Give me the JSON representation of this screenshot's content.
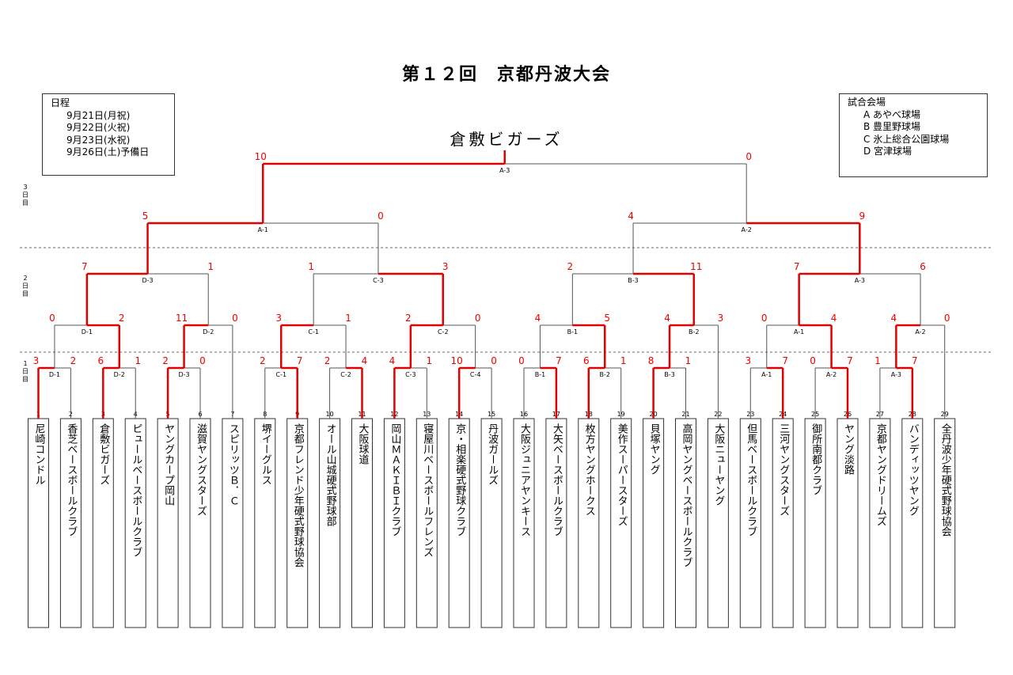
{
  "title": "第１２回　京都丹波大会",
  "champion": "倉敷ビガーズ",
  "schedule": {
    "heading": "日程",
    "dates": [
      "9月21日(月祝)",
      "9月22日(火祝)",
      "9月23日(水祝)",
      "9月26日(土)予備日"
    ]
  },
  "venues": {
    "heading": "試合会場",
    "items": [
      "A あやべ球場",
      "B 豊里野球場",
      "C 氷上総合公園球場",
      "D 宮津球場"
    ]
  },
  "day_labels": [
    {
      "text": "3日目"
    },
    {
      "text": "2日目"
    },
    {
      "text": "1日目"
    }
  ],
  "teams": [
    {
      "n": "1",
      "name": "尼崎コンドル"
    },
    {
      "n": "2",
      "name": "香芝ベースボールクラブ"
    },
    {
      "n": "3",
      "name": "倉敷ビガーズ"
    },
    {
      "n": "4",
      "name": "ピュールベースボールクラブ"
    },
    {
      "n": "5",
      "name": "ヤングカープ岡山"
    },
    {
      "n": "6",
      "name": "滋賀ヤングスターズ"
    },
    {
      "n": "7",
      "name": "スピリッツＢ．Ｃ"
    },
    {
      "n": "8",
      "name": "堺イーグルス"
    },
    {
      "n": "9",
      "name": "京都フレンド少年硬式野球協会"
    },
    {
      "n": "10",
      "name": "オール山城硬式野球部"
    },
    {
      "n": "11",
      "name": "大阪球道"
    },
    {
      "n": "12",
      "name": "岡山ＭＡＫＩＢＩクラブ"
    },
    {
      "n": "13",
      "name": "寝屋川ベースボールフレンズ"
    },
    {
      "n": "14",
      "name": "京・相楽硬式野球クラブ"
    },
    {
      "n": "15",
      "name": "丹波ガールズ"
    },
    {
      "n": "16",
      "name": "大阪ジュニアヤンキース"
    },
    {
      "n": "17",
      "name": "大矢ベースボールクラブ"
    },
    {
      "n": "18",
      "name": "枚方ヤングホークス"
    },
    {
      "n": "19",
      "name": "美作スーパースターズ"
    },
    {
      "n": "20",
      "name": "貝塚ヤング"
    },
    {
      "n": "21",
      "name": "高岡ヤングベースボールクラブ"
    },
    {
      "n": "22",
      "name": "大阪ニューヤング"
    },
    {
      "n": "23",
      "name": "但馬ベースボールクラブ"
    },
    {
      "n": "24",
      "name": "三河ヤングスターズ"
    },
    {
      "n": "25",
      "name": "御所南都クラブ"
    },
    {
      "n": "26",
      "name": "ヤング淡路"
    },
    {
      "n": "27",
      "name": "京都ヤングドリームズ"
    },
    {
      "n": "28",
      "name": "バンディッツヤング"
    },
    {
      "n": "29",
      "name": "全丹波少年硬式野球協会"
    }
  ],
  "matches": [
    {
      "id": "m1",
      "label": "D-1",
      "left": "t1",
      "right": "t2",
      "ls": "3",
      "rs": "2",
      "winner": "left"
    },
    {
      "id": "m2",
      "label": "D-2",
      "left": "t3",
      "right": "t4",
      "ls": "6",
      "rs": "1",
      "winner": "left"
    },
    {
      "id": "m3",
      "label": "D-3",
      "left": "t5",
      "right": "t6",
      "ls": "2",
      "rs": "0",
      "winner": "left"
    },
    {
      "id": "m4",
      "label": "C-1",
      "left": "t8",
      "right": "t9",
      "ls": "2",
      "rs": "7",
      "winner": "right"
    },
    {
      "id": "m5",
      "label": "C-2",
      "left": "t10",
      "right": "t11",
      "ls": "2",
      "rs": "4",
      "winner": "right"
    },
    {
      "id": "m6",
      "label": "C-3",
      "left": "t12",
      "right": "t13",
      "ls": "4",
      "rs": "1",
      "winner": "left"
    },
    {
      "id": "m7",
      "label": "C-4",
      "left": "t14",
      "right": "t15",
      "ls": "10",
      "rs": "0",
      "winner": "left"
    },
    {
      "id": "m8",
      "label": "B-1",
      "left": "t16",
      "right": "t17",
      "ls": "0",
      "rs": "7",
      "winner": "right"
    },
    {
      "id": "m9",
      "label": "B-2",
      "left": "t18",
      "right": "t19",
      "ls": "6",
      "rs": "1",
      "winner": "left"
    },
    {
      "id": "m10",
      "label": "B-3",
      "left": "t20",
      "right": "t21",
      "ls": "8",
      "rs": "1",
      "winner": "left"
    },
    {
      "id": "m11",
      "label": "A-1",
      "left": "t23",
      "right": "t24",
      "ls": "3",
      "rs": "7",
      "winner": "right"
    },
    {
      "id": "m12",
      "label": "A-2",
      "left": "t25",
      "right": "t26",
      "ls": "0",
      "rs": "7",
      "winner": "right"
    },
    {
      "id": "m13",
      "label": "A-3",
      "left": "t27",
      "right": "t28",
      "ls": "1",
      "rs": "7",
      "winner": "right"
    },
    {
      "id": "q1",
      "label": "D-1",
      "left": "m1",
      "right": "m2",
      "ls": "0",
      "rs": "2",
      "winner": "right"
    },
    {
      "id": "q2",
      "label": "D-2",
      "left": "m3",
      "right": "t7",
      "ls": "11",
      "rs": "0",
      "winner": "left"
    },
    {
      "id": "q3",
      "label": "C-1",
      "left": "m4",
      "right": "m5",
      "ls": "3",
      "rs": "1",
      "winner": "left"
    },
    {
      "id": "q4",
      "label": "C-2",
      "left": "m6",
      "right": "m7",
      "ls": "2",
      "rs": "0",
      "winner": "left"
    },
    {
      "id": "q5",
      "label": "B-1",
      "left": "m8",
      "right": "m9",
      "ls": "4",
      "rs": "5",
      "winner": "right"
    },
    {
      "id": "q6",
      "label": "B-2",
      "left": "m10",
      "right": "t22",
      "ls": "4",
      "rs": "3",
      "winner": "left"
    },
    {
      "id": "q7",
      "label": "A-1",
      "left": "m11",
      "right": "m12",
      "ls": "0",
      "rs": "4",
      "winner": "right"
    },
    {
      "id": "q8",
      "label": "A-2",
      "left": "m13",
      "right": "t29",
      "ls": "4",
      "rs": "0",
      "winner": "left"
    },
    {
      "id": "s1",
      "label": "D-3",
      "left": "q1",
      "right": "q2",
      "ls": "7",
      "rs": "1",
      "winner": "left"
    },
    {
      "id": "s2",
      "label": "C-3",
      "left": "q3",
      "right": "q4",
      "ls": "1",
      "rs": "3",
      "winner": "right"
    },
    {
      "id": "s3",
      "label": "B-3",
      "left": "q5",
      "right": "q6",
      "ls": "2",
      "rs": "11",
      "winner": "right"
    },
    {
      "id": "s4",
      "label": "A-3",
      "left": "q7",
      "right": "q8",
      "ls": "7",
      "rs": "6",
      "winner": "left"
    },
    {
      "id": "f1",
      "label": "A-1",
      "left": "s1",
      "right": "s2",
      "ls": "5",
      "rs": "0",
      "winner": "left"
    },
    {
      "id": "f2",
      "label": "A-2",
      "left": "s3",
      "right": "s4",
      "ls": "4",
      "rs": "9",
      "winner": "right"
    },
    {
      "id": "g",
      "label": "A-3",
      "left": "f1",
      "right": "f2",
      "ls": "10",
      "rs": "0",
      "winner": "left"
    }
  ]
}
